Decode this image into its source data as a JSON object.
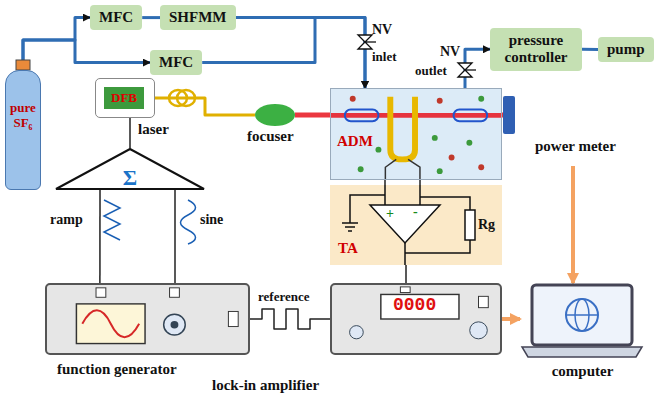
{
  "diagram": {
    "nodes": [
      {
        "text": [
          "pure SF₆"
        ]
      },
      {
        "text": [
          "MFC"
        ]
      },
      {
        "text": [
          "SHFMM"
        ]
      },
      {
        "text": [
          "MFC"
        ]
      },
      {
        "text": [
          "pressure controller"
        ]
      },
      {
        "text": [
          "pump"
        ]
      },
      {
        "text": [
          "DFB",
          "laser"
        ]
      },
      {
        "text": [
          "focuser"
        ]
      },
      {
        "text": [
          "ADM"
        ]
      },
      {
        "text": [
          "power meter"
        ]
      },
      {
        "text": [
          "TA"
        ]
      },
      {
        "text": [
          "Σ"
        ]
      },
      {
        "text": [
          "function generator"
        ]
      },
      {
        "text": [
          "lock-in amplifier"
        ]
      },
      {
        "text": [
          "computer"
        ]
      }
    ],
    "edges": [
      {
        "from": 0,
        "to": 1,
        "arrow": "to"
      },
      {
        "from": 0,
        "to": 3,
        "arrow": "to"
      },
      {
        "from": 1,
        "to": 2,
        "arrow": "none"
      },
      {
        "from": 2,
        "to": 8,
        "arrow": "to"
      },
      {
        "from": 3,
        "to": 8,
        "arrow": "to"
      },
      {
        "from": 8,
        "to": 4,
        "arrow": "to"
      },
      {
        "from": 4,
        "to": 5,
        "arrow": "none"
      },
      {
        "from": 6,
        "to": 7,
        "arrow": "none"
      },
      {
        "from": 7,
        "to": 8,
        "arrow": "none"
      },
      {
        "from": 8,
        "to": 9,
        "arrow": "none"
      },
      {
        "from": 8,
        "to": 10,
        "arrow": "none"
      },
      {
        "from": 8,
        "to": 10,
        "arrow": "none"
      },
      {
        "from": 12,
        "to": 11,
        "arrow": "none"
      },
      {
        "from": 12,
        "to": 11,
        "arrow": "none"
      },
      {
        "from": 11,
        "to": 6,
        "arrow": "none"
      },
      {
        "from": 12,
        "to": 13,
        "arrow": "none"
      },
      {
        "from": 10,
        "to": 13,
        "arrow": "none"
      },
      {
        "from": 13,
        "to": 14,
        "arrow": "to"
      },
      {
        "from": 9,
        "to": 14,
        "arrow": "to"
      }
    ],
    "labels": [
      "NV",
      "inlet",
      "NV",
      "outlet",
      "ramp",
      "sine",
      "reference",
      "+",
      "-",
      "Rg",
      "0000"
    ]
  }
}
